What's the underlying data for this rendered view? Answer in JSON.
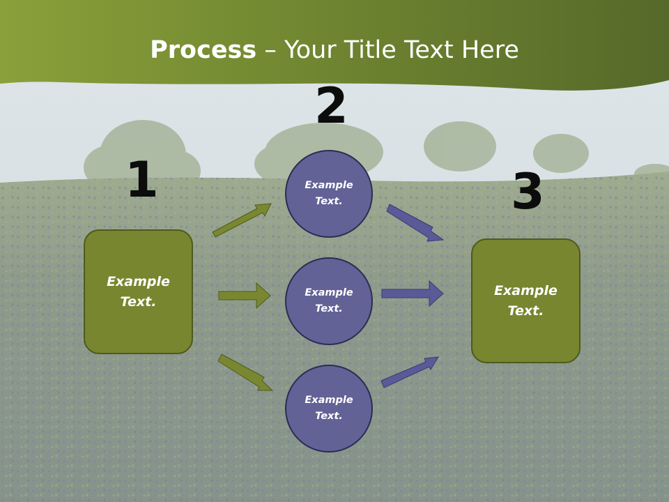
{
  "title": {
    "bold": "Process",
    "rest": " – Your Title Text Here"
  },
  "steps": [
    {
      "number": "1",
      "text": "Example\nText."
    },
    {
      "number": "2"
    },
    {
      "number": "3",
      "text": "Example\nText."
    }
  ],
  "circles": [
    {
      "text": "Example\nText."
    },
    {
      "text": "Example\nText."
    },
    {
      "text": "Example\nText."
    }
  ],
  "colors": {
    "header_green": "#6e7f2c",
    "box_green": "#77862f",
    "arrow_green": "#798830",
    "circle_purple": "#636296",
    "arrow_purple": "#5a5a99"
  }
}
